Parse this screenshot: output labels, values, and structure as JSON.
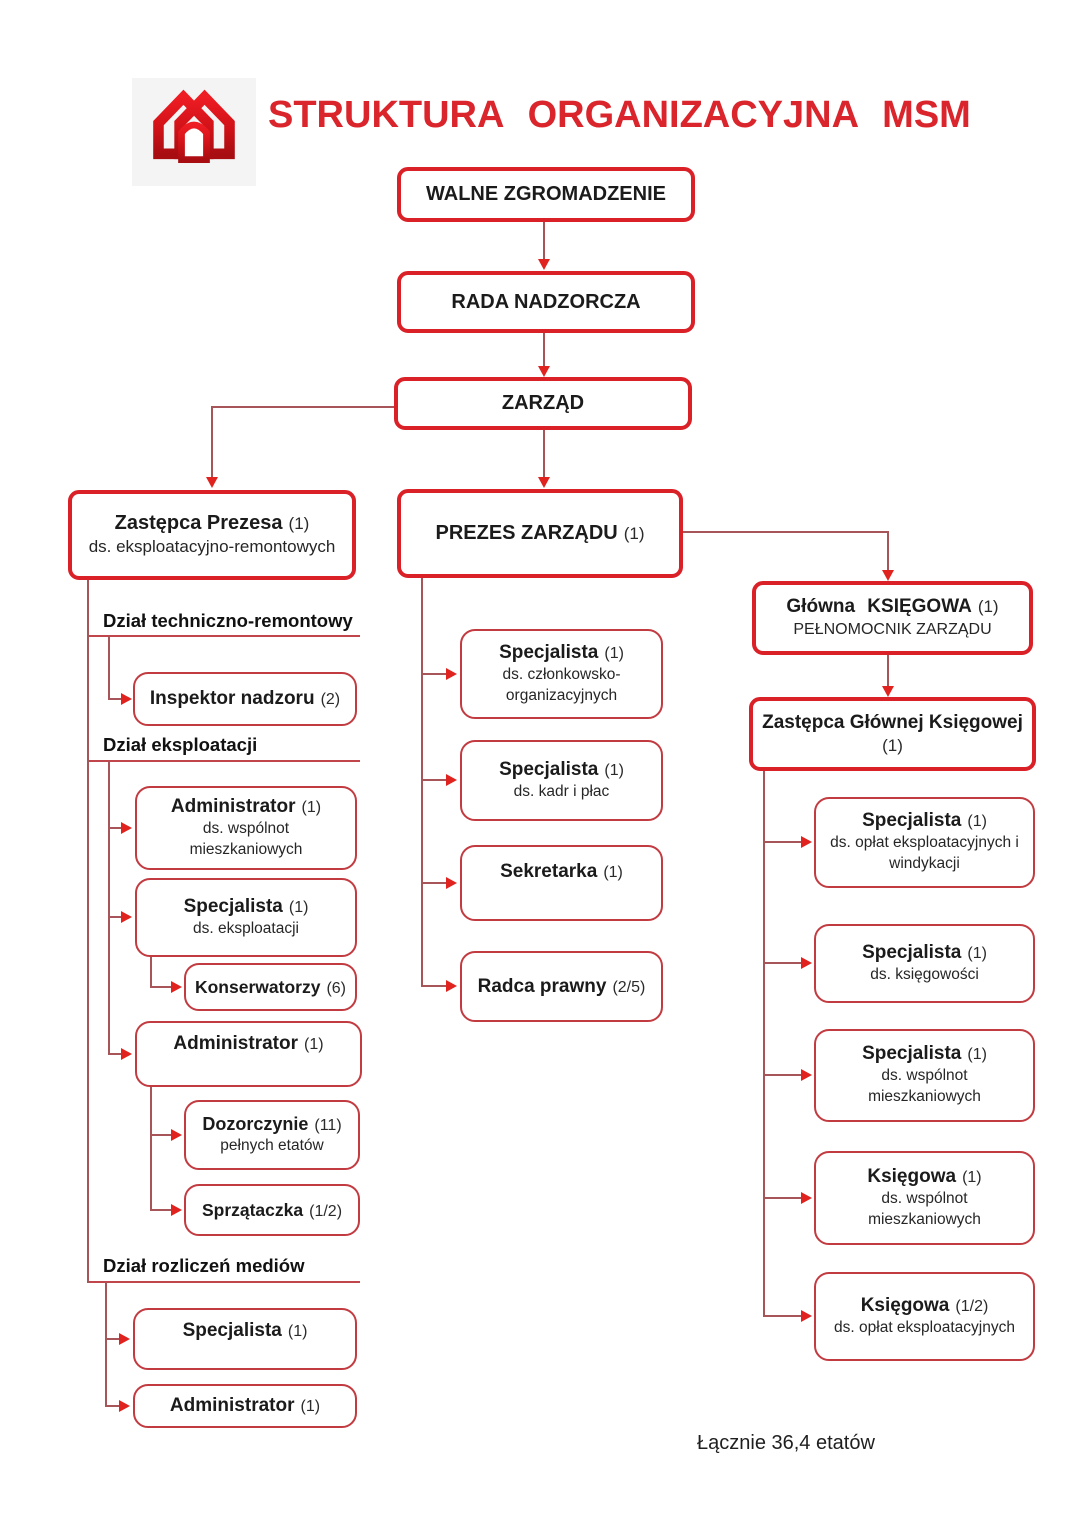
{
  "title": "STRUKTURA ORGANIZACYJNA MSM",
  "footer": "Łącznie 36,4 etatów",
  "logo_icon": "overlapping-houses-logo",
  "colors": {
    "accent_red": "#da2128",
    "child_border_red": "#c23b41",
    "connector_red": "#a8555a",
    "arrowhead_red": "#e0231f",
    "title_red": "#d9252b",
    "text_dark": "#1b1b1b"
  },
  "nodes": {
    "walne": {
      "title": "WALNE ZGROMADZENIE"
    },
    "rada": {
      "title": "RADA NADZORCZA"
    },
    "zarzad": {
      "title": "ZARZĄD"
    },
    "zastepca_prezesa": {
      "title": "Zastępca Prezesa",
      "count": "(1)",
      "subtitle": "ds. eksploatacyjno-remontowych"
    },
    "prezes": {
      "title": "PREZES ZARZĄDU",
      "count": "(1)"
    },
    "glowna_ksiegowa": {
      "title": "Główna KSIĘGOWA",
      "count": "(1)",
      "subtitle": "PEŁNOMOCNIK ZARZĄDU"
    },
    "zastepca_glownej": {
      "title": "Zastępca Głównej Księgowej",
      "count": "(1)"
    },
    "inspektor_nadzoru": {
      "title": "Inspektor nadzoru",
      "count": "(2)"
    },
    "administrator_wspolnot": {
      "title": "Administrator",
      "count": "(1)",
      "subtitle": "ds. wspólnot mieszkaniowych"
    },
    "specjalista_eksploatacji": {
      "title": "Specjalista",
      "count": "(1)",
      "subtitle": "ds. eksploatacji"
    },
    "konserwatorzy": {
      "title": "Konserwatorzy",
      "count": "(6)"
    },
    "administrator_2": {
      "title": "Administrator",
      "count": "(1)"
    },
    "dozorczynie": {
      "title": "Dozorczynie",
      "count": "(11)",
      "subtitle": "pełnych etatów"
    },
    "sprzataczka": {
      "title": "Sprzątaczka",
      "count": "(1/2)"
    },
    "specjalista_media": {
      "title": "Specjalista",
      "count": "(1)"
    },
    "administrator_media": {
      "title": "Administrator",
      "count": "(1)"
    },
    "specjalista_czlonkowsko": {
      "title": "Specjalista",
      "count": "(1)",
      "subtitle": "ds. członkowsko-organizacyjnych"
    },
    "specjalista_kadr": {
      "title": "Specjalista",
      "count": "(1)",
      "subtitle": "ds. kadr i płac"
    },
    "sekretarka": {
      "title": "Sekretarka",
      "count": "(1)"
    },
    "radca_prawny": {
      "title": "Radca prawny",
      "count": "(2/5)"
    },
    "specjalista_oplat": {
      "title": "Specjalista",
      "count": "(1)",
      "subtitle": "ds. opłat eksploatacyjnych i windykacji"
    },
    "specjalista_ksiegowosci": {
      "title": "Specjalista",
      "count": "(1)",
      "subtitle": "ds. księgowości"
    },
    "specjalista_wspolnot": {
      "title": "Specjalista",
      "count": "(1)",
      "subtitle": "ds. wspólnot mieszkaniowych"
    },
    "ksiegowa_wspolnot": {
      "title": "Księgowa",
      "count": "(1)",
      "subtitle": "ds. wspólnot mieszkaniowych"
    },
    "ksiegowa_oplat": {
      "title": "Księgowa",
      "count": "(1/2)",
      "subtitle": "ds. opłat eksploatacyjnych"
    }
  },
  "sections": {
    "techniczno_remontowy": {
      "label": "Dział techniczno-remontowy"
    },
    "eksploatacji": {
      "label": "Dział eksploatacji"
    },
    "rozliczen_mediow": {
      "label": "Dział rozliczeń mediów"
    }
  }
}
